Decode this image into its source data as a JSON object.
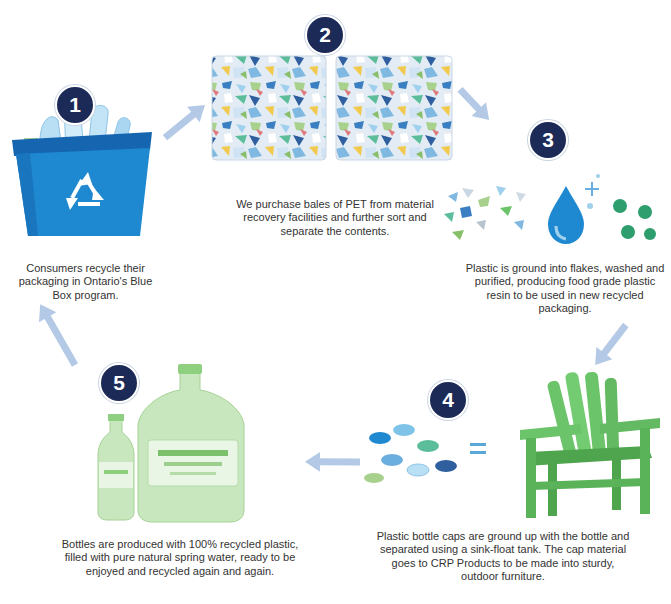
{
  "diagram": {
    "nodes": [
      {
        "text": [
          "1",
          "Consumers recycle their packaging in Ontario's Blue Box program."
        ]
      },
      {
        "text": [
          "2",
          "We purchase bales of PET from material recovery facilities and further sort and separate the contents."
        ]
      },
      {
        "text": [
          "3",
          "Plastic is ground into flakes, washed and purified, producing food grade plastic resin to be used in new recycled packaging."
        ]
      },
      {
        "text": [
          "4",
          "Plastic bottle caps are ground up with the bottle and separated using a sink-float tank. The cap material goes to CRP Products to be made into sturdy, outdoor furniture."
        ]
      },
      {
        "text": [
          "5",
          "Bottles are produced with 100% recycled plastic, filled with pure natural spring water, ready to be enjoyed and recycled again and again."
        ]
      }
    ],
    "edges": [
      {
        "from": 0,
        "to": 1,
        "arrow": "to"
      },
      {
        "from": 1,
        "to": 2,
        "arrow": "to"
      },
      {
        "from": 2,
        "to": 3,
        "arrow": "to"
      },
      {
        "from": 3,
        "to": 4,
        "arrow": "to"
      },
      {
        "from": 4,
        "to": 0,
        "arrow": "to"
      }
    ]
  }
}
